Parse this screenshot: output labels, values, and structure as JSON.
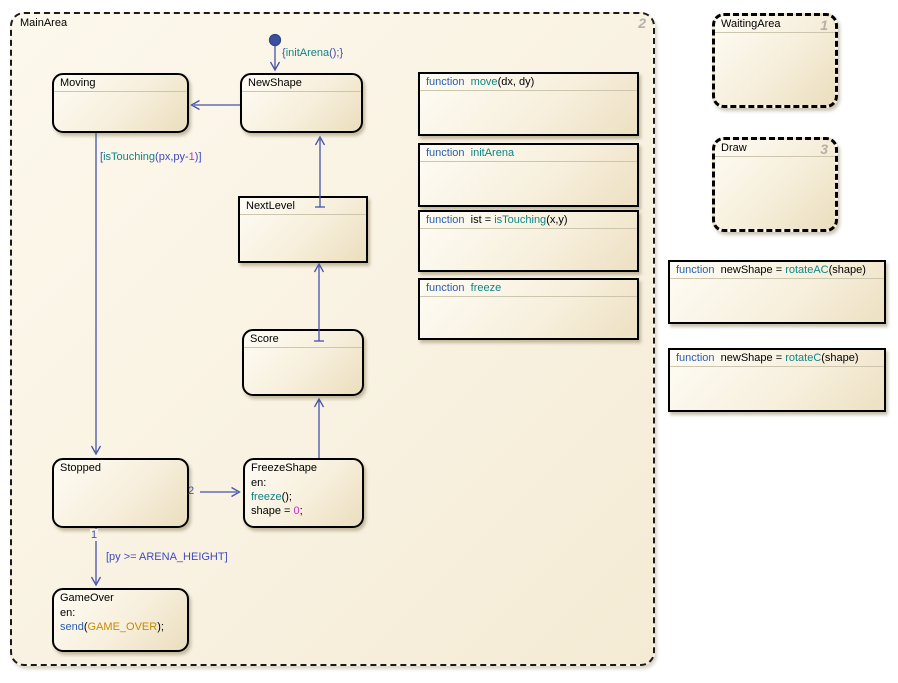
{
  "palette": {
    "transition_blue": "#4553A9",
    "label_blue": "#3F49BE",
    "keyword_blue": "#2A5DB0",
    "function_teal": "#0E8585",
    "number_magenta": "#CC29CC",
    "event_orange": "#C68A00",
    "state_fill": "#F7EFDC"
  },
  "main_area": {
    "title": "MainArea",
    "order_badge": "2",
    "states": {
      "moving": {
        "title": "Moving"
      },
      "newshape": {
        "title": "NewShape"
      },
      "nextlevel": {
        "title": "NextLevel"
      },
      "score": {
        "title": "Score"
      },
      "stopped": {
        "title": "Stopped"
      },
      "freezeshape": {
        "title": "FreezeShape",
        "entry_label": "en:",
        "action1": {
          "fn": "freeze",
          "rest": "();"
        },
        "action2": {
          "pre": "shape = ",
          "value": "0",
          "post": ";"
        }
      },
      "gameover": {
        "title": "GameOver",
        "entry_label": "en:",
        "action": {
          "fn": "send",
          "open": "(",
          "event": "GAME_OVER",
          "close": ");"
        }
      }
    },
    "functions": [
      {
        "keyword": "function",
        "pre": "",
        "name": "move",
        "signature": "(dx, dy)"
      },
      {
        "keyword": "function",
        "pre": "",
        "name": "initArena",
        "signature": ""
      },
      {
        "keyword": "function",
        "pre": "ist = ",
        "name": "isTouching",
        "signature": "(x,y)"
      },
      {
        "keyword": "function",
        "pre": "",
        "name": "freeze",
        "signature": ""
      }
    ],
    "transitions": {
      "init": {
        "open": "{",
        "fn": "initArena",
        "close": "();}"
      },
      "moving_to_stopped": {
        "open": "[",
        "fn": "isTouching",
        "mid": "(px,py-",
        "num": "1",
        "close": ")]"
      },
      "stopped_to_freezeshape_order": "2",
      "stopped_to_gameover_order": "1",
      "stopped_to_gameover_cond": "[py >= ARENA_HEIGHT]"
    }
  },
  "right_panel": {
    "boxes": [
      {
        "title": "WaitingArea",
        "order_badge": "1"
      },
      {
        "title": "Draw",
        "order_badge": "3"
      }
    ],
    "functions": [
      {
        "keyword": "function",
        "pre": "newShape = ",
        "name": "rotateAC",
        "signature": "(shape)"
      },
      {
        "keyword": "function",
        "pre": "newShape = ",
        "name": "rotateC",
        "signature": "(shape)"
      }
    ]
  }
}
